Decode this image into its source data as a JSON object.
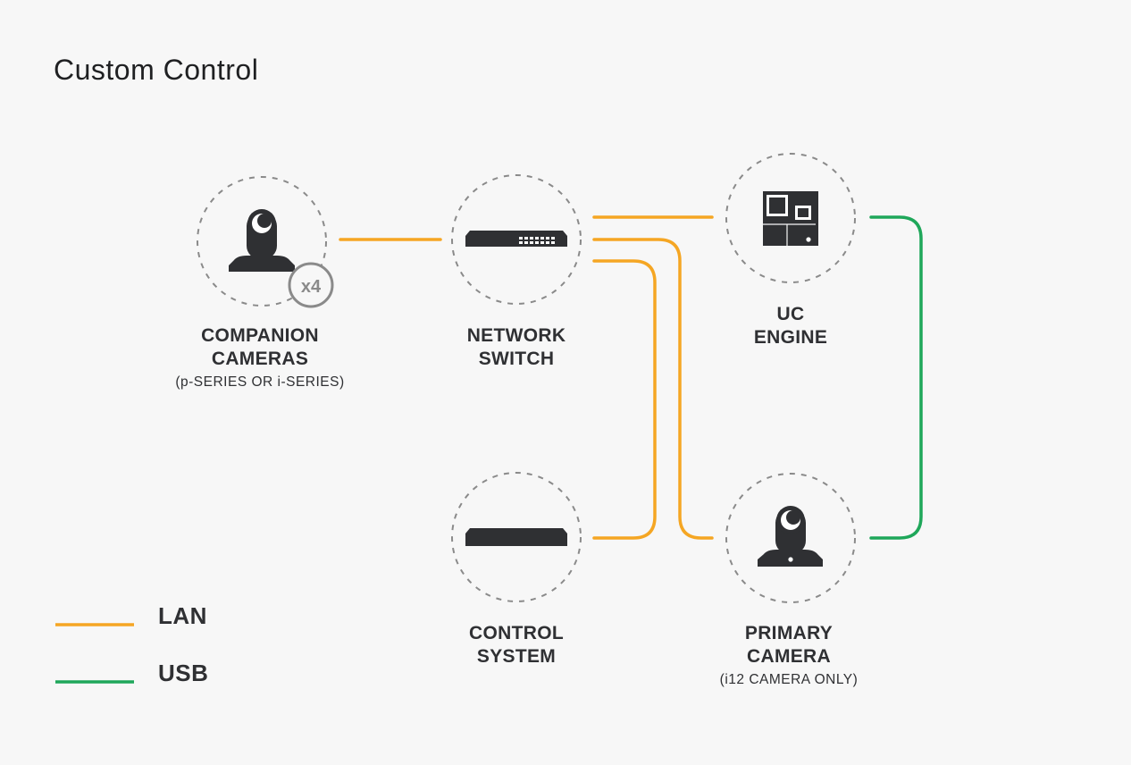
{
  "title": "Custom Control",
  "colors": {
    "lan": "#f5a623",
    "usb": "#1fa75a",
    "device": "#2f3033",
    "circle": "#8a8a8a",
    "background": "#f7f7f7"
  },
  "nodes": {
    "companion_cameras": {
      "line1": "COMPANION",
      "line2": "CAMERAS",
      "sub": "(p-SERIES OR i-SERIES)",
      "badge": "x4",
      "icon": "ptz-camera-icon"
    },
    "network_switch": {
      "line1": "NETWORK",
      "line2": "SWITCH",
      "icon": "network-switch-icon"
    },
    "uc_engine": {
      "line1": "UC",
      "line2": "ENGINE",
      "icon": "uc-engine-icon"
    },
    "control_system": {
      "line1": "CONTROL",
      "line2": "SYSTEM",
      "icon": "control-system-icon"
    },
    "primary_camera": {
      "line1": "PRIMARY",
      "line2": "CAMERA",
      "sub": "(i12 CAMERA ONLY)",
      "icon": "ptz-camera-icon"
    }
  },
  "connections": [
    {
      "from": "companion_cameras",
      "to": "network_switch",
      "type": "LAN"
    },
    {
      "from": "network_switch",
      "to": "uc_engine",
      "type": "LAN"
    },
    {
      "from": "network_switch",
      "to": "primary_camera",
      "type": "LAN"
    },
    {
      "from": "network_switch",
      "to": "control_system",
      "type": "LAN"
    },
    {
      "from": "uc_engine",
      "to": "primary_camera",
      "type": "USB"
    }
  ],
  "legend": {
    "lan": "LAN",
    "usb": "USB"
  }
}
